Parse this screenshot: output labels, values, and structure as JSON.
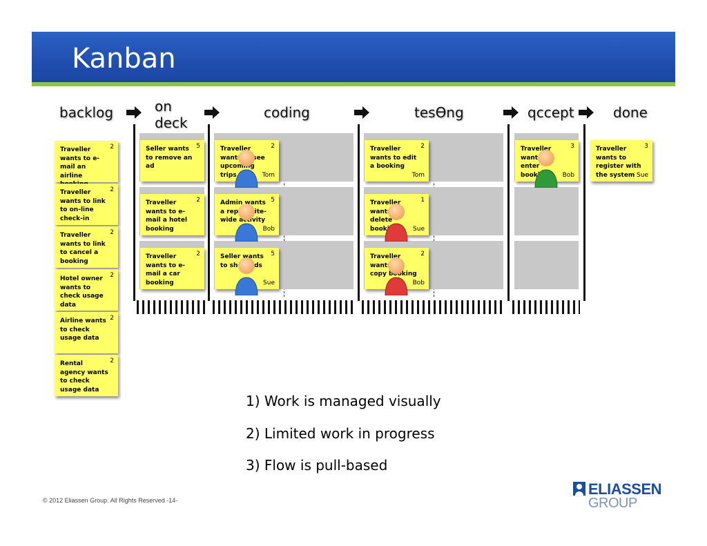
{
  "slide_title": "Kanban",
  "columns": {
    "backlog": "backlog",
    "on_deck": [
      "on",
      "deck"
    ],
    "coding": "coding",
    "testing": "tesƟng",
    "accept": "qccept",
    "done": "done"
  },
  "backlog_cards": [
    {
      "text": "Traveller wants to e-mail an airline booking",
      "points": "2"
    },
    {
      "text": "Traveller wants to link to on-line check-in",
      "points": "2"
    },
    {
      "text": "Traveller wants to link to cancel a booking",
      "points": "2"
    },
    {
      "text": "Hotel owner wants to check usage data",
      "points": "2"
    },
    {
      "text": "Airline wants to check usage data",
      "points": "2"
    },
    {
      "text": "Rental agency wants to check usage data",
      "points": "2"
    }
  ],
  "on_deck_cards": [
    {
      "text": "Seller wants to remove an ad",
      "points": "5"
    },
    {
      "text": "Traveller wants to e-mail a hotel booking",
      "points": "2"
    },
    {
      "text": "Traveller wants to e-mail a car booking",
      "points": "2"
    }
  ],
  "coding_cards": [
    {
      "text": "Traveller wants to see upcoming trips",
      "points": "2",
      "owner": "Tom",
      "avatar_color": "#3a78d8"
    },
    {
      "text": "Admin wants a report site-wide activity",
      "points": "5",
      "owner": "Bob",
      "avatar_color": "#3a78d8"
    },
    {
      "text": "Seller wants to show ads",
      "points": "5",
      "owner": "Sue",
      "avatar_color": "#3a78d8"
    }
  ],
  "testing_cards": [
    {
      "text": "Traveller wants to edit a booking",
      "points": "2",
      "owner": "Tom",
      "avatar_color": ""
    },
    {
      "text": "Traveller wants to delete booking",
      "points": "1",
      "owner": "Sue",
      "avatar_color": "#e03b3b"
    },
    {
      "text": "Traveller wants to copy booking",
      "points": "2",
      "owner": "Bob",
      "avatar_color": "#e03b3b"
    }
  ],
  "accept_cards": [
    {
      "text": "Traveller wants to enter booking",
      "points": "3",
      "owner": "Bob",
      "avatar_color": "#2e9a3a"
    }
  ],
  "done_cards": [
    {
      "text": "Traveller wants to register with the system",
      "points": "3",
      "owner": "Sue"
    }
  ],
  "principles": [
    "1) Work is managed visually",
    "2) Limited work in progress",
    "3) Flow is pull-based"
  ],
  "footer": "© 2012 Eliassen Group. All Rights Reserved -14-",
  "logo": {
    "line1": "ELIASSEN",
    "line2": "GROUP",
    "color": "#1d4e9a"
  },
  "colors": {
    "banner": "#2150b2",
    "accent_bar": "#8cc63f",
    "sticky": "#ffff66",
    "slot": "#c8c8c8"
  }
}
